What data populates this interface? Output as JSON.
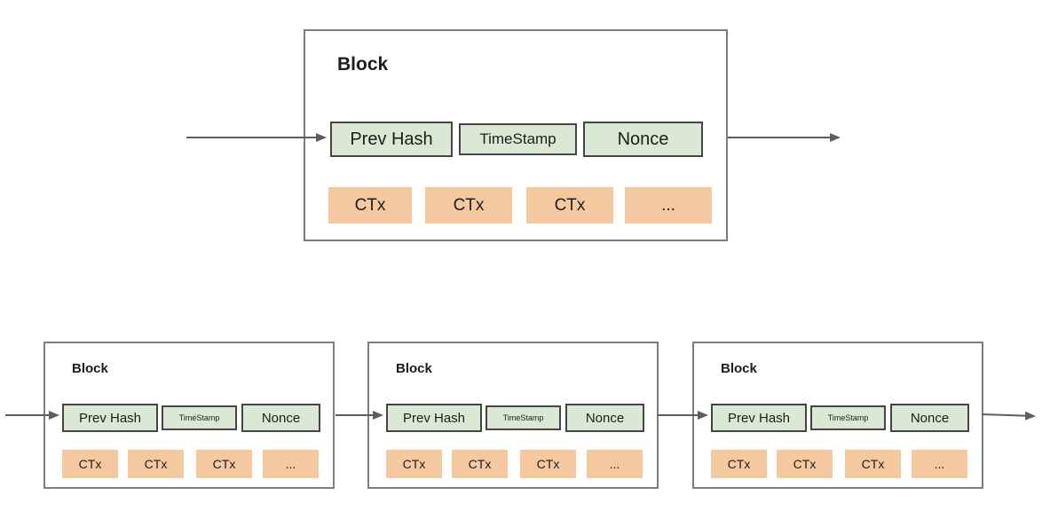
{
  "top_block": {
    "title": "Block",
    "fields": {
      "prev_hash": "Prev Hash",
      "timestamp": "TimeStamp",
      "nonce": "Nonce"
    },
    "transactions": [
      "CTx",
      "CTx",
      "CTx",
      "..."
    ]
  },
  "chain": {
    "blocks": [
      {
        "title": "Block",
        "fields": {
          "prev_hash": "Prev Hash",
          "timestamp": "TimeStamp",
          "nonce": "Nonce"
        },
        "transactions": [
          "CTx",
          "CTx",
          "CTx",
          "..."
        ]
      },
      {
        "title": "Block",
        "fields": {
          "prev_hash": "Prev Hash",
          "timestamp": "TimeStamp",
          "nonce": "Nonce"
        },
        "transactions": [
          "CTx",
          "CTx",
          "CTx",
          "..."
        ]
      },
      {
        "title": "Block",
        "fields": {
          "prev_hash": "Prev Hash",
          "timestamp": "TimeStamp",
          "nonce": "Nonce"
        },
        "transactions": [
          "CTx",
          "CTx",
          "CTx",
          "..."
        ]
      }
    ]
  },
  "colors": {
    "field_fill": "#dbe9d4",
    "field_border": "#454545",
    "transaction_fill": "#f4c99f",
    "block_border": "#7d7d7d",
    "arrow": "#5e5e5e",
    "background": "#ffffff"
  }
}
